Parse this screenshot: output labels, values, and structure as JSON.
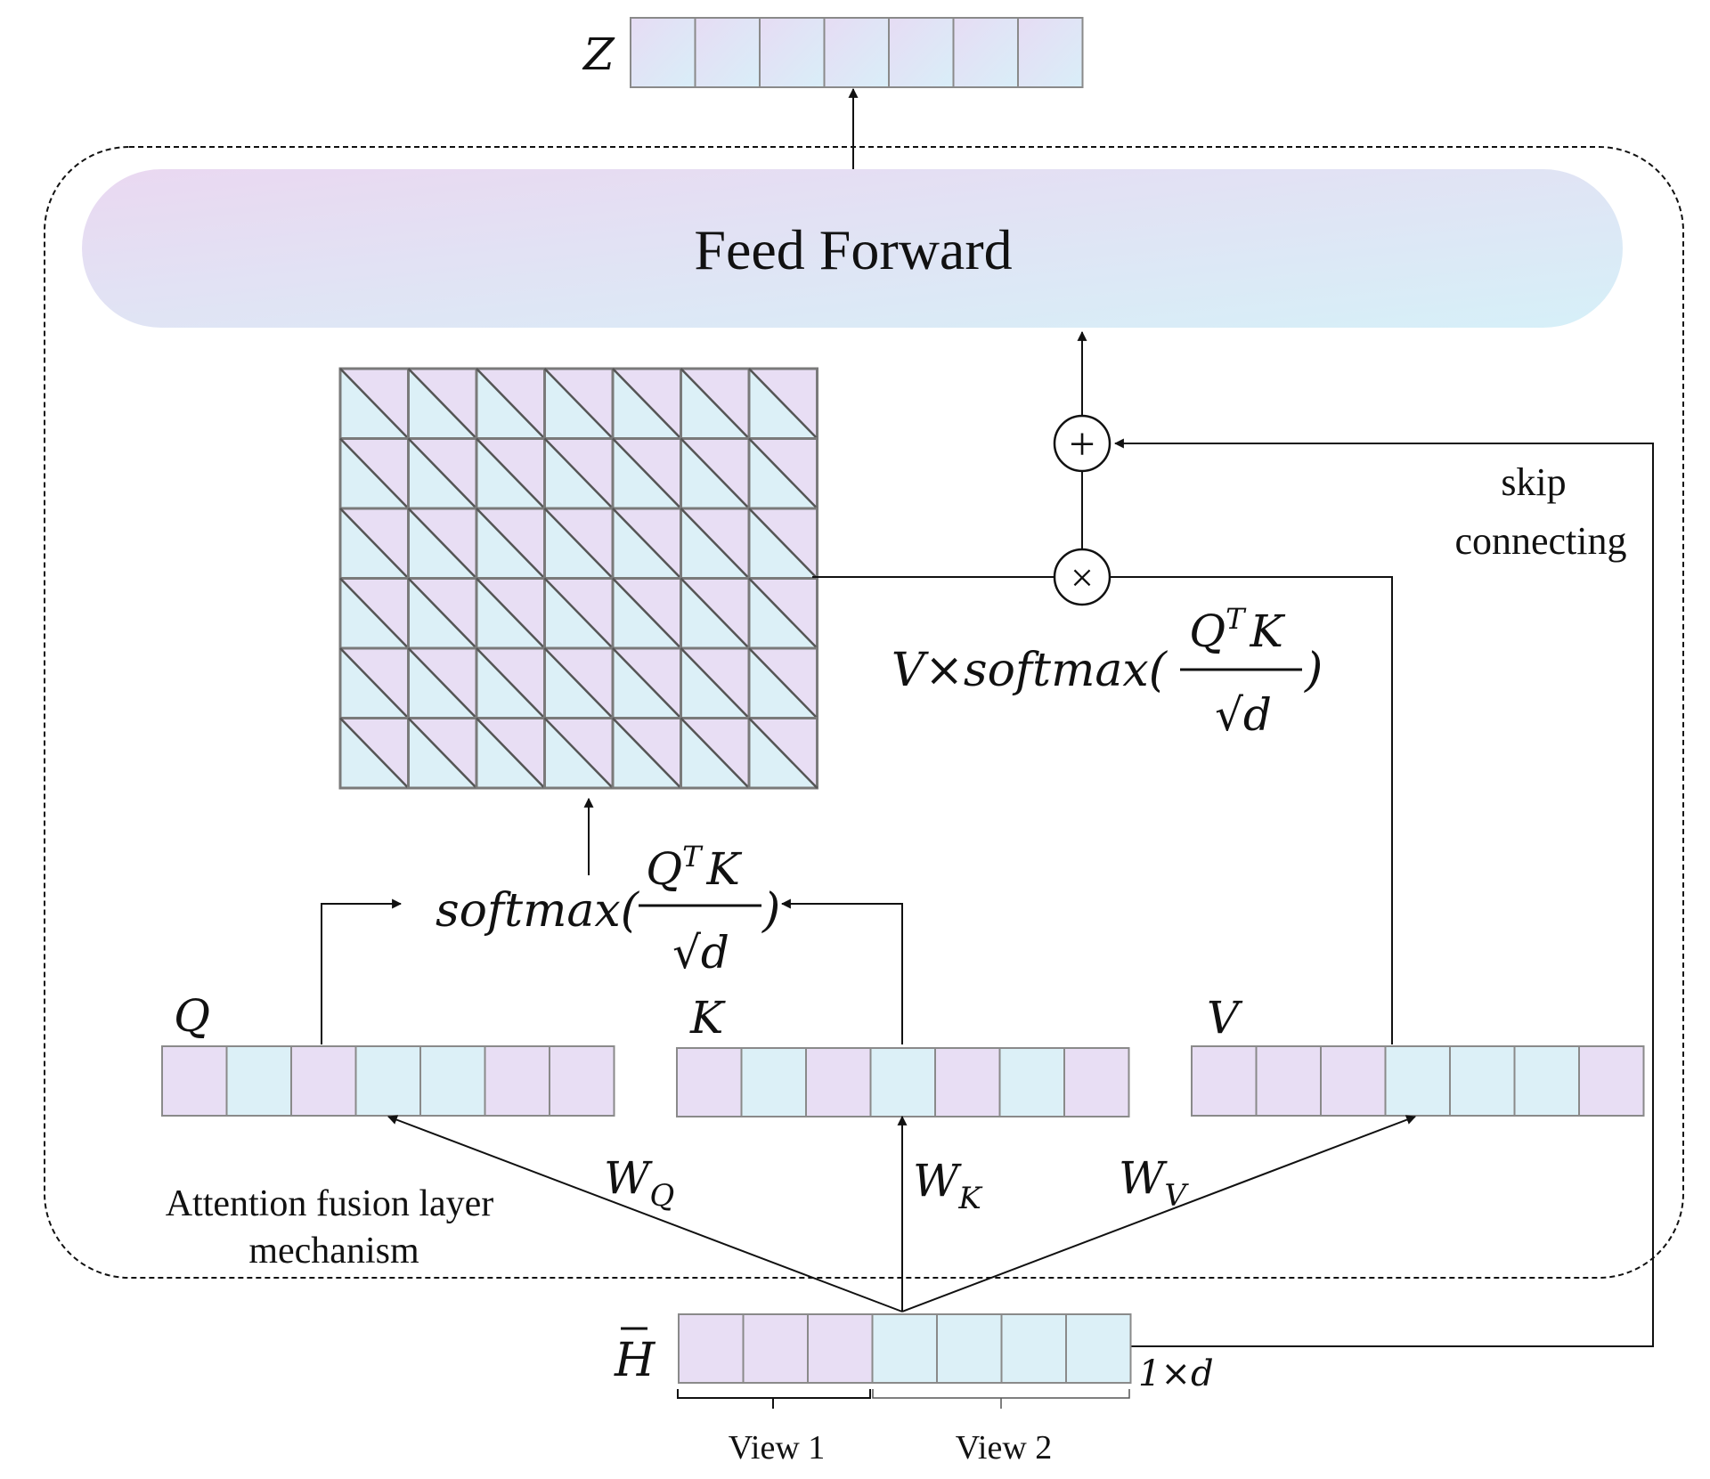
{
  "output_label": "Z",
  "feed_forward_label": "Feed Forward",
  "skip_label_line1": "skip",
  "skip_label_line2": "connecting",
  "plus_symbol": "+",
  "times_symbol": "×",
  "formula_top": {
    "prefix": "V×softmax(",
    "numerator_base": "Q",
    "numerator_sup": "T",
    "numerator_rest": "K",
    "denominator": "√d",
    "suffix": ")"
  },
  "formula_bottom": {
    "prefix": "softmax(",
    "numerator_base": "Q",
    "numerator_sup": "T",
    "numerator_rest": "K",
    "denominator": "√d",
    "suffix": ")"
  },
  "vectors": {
    "q_label": "Q",
    "k_label": "K",
    "v_label": "V",
    "h_label": "H"
  },
  "weights": {
    "wq_base": "W",
    "wq_sub": "Q",
    "wk_base": "W",
    "wk_sub": "K",
    "wv_base": "W",
    "wv_sub": "V"
  },
  "layer_label_line1": "Attention fusion layer",
  "layer_label_line2": "mechanism",
  "dimension_label": "1×d",
  "view1_label": "View 1",
  "view2_label": "View 2",
  "colors": {
    "purple": "#e8def4",
    "blue": "#dcf0f7",
    "cell_border": "#8a8a8a",
    "matrix_border": "#7a7a7a",
    "line": "#111111"
  },
  "cell_patterns": {
    "z": [
      "grad",
      "grad",
      "grad",
      "grad",
      "grad",
      "grad",
      "grad"
    ],
    "q": [
      "purple",
      "blue",
      "purple",
      "blue",
      "blue",
      "purple",
      "purple"
    ],
    "k": [
      "purple",
      "blue",
      "purple",
      "blue",
      "purple",
      "blue",
      "purple"
    ],
    "v": [
      "purple",
      "purple",
      "purple",
      "blue",
      "blue",
      "blue",
      "purple"
    ],
    "h": [
      "purple",
      "purple",
      "purple",
      "blue",
      "blue",
      "blue",
      "blue"
    ]
  },
  "attention_matrix": {
    "rows": 6,
    "cols": 7
  }
}
